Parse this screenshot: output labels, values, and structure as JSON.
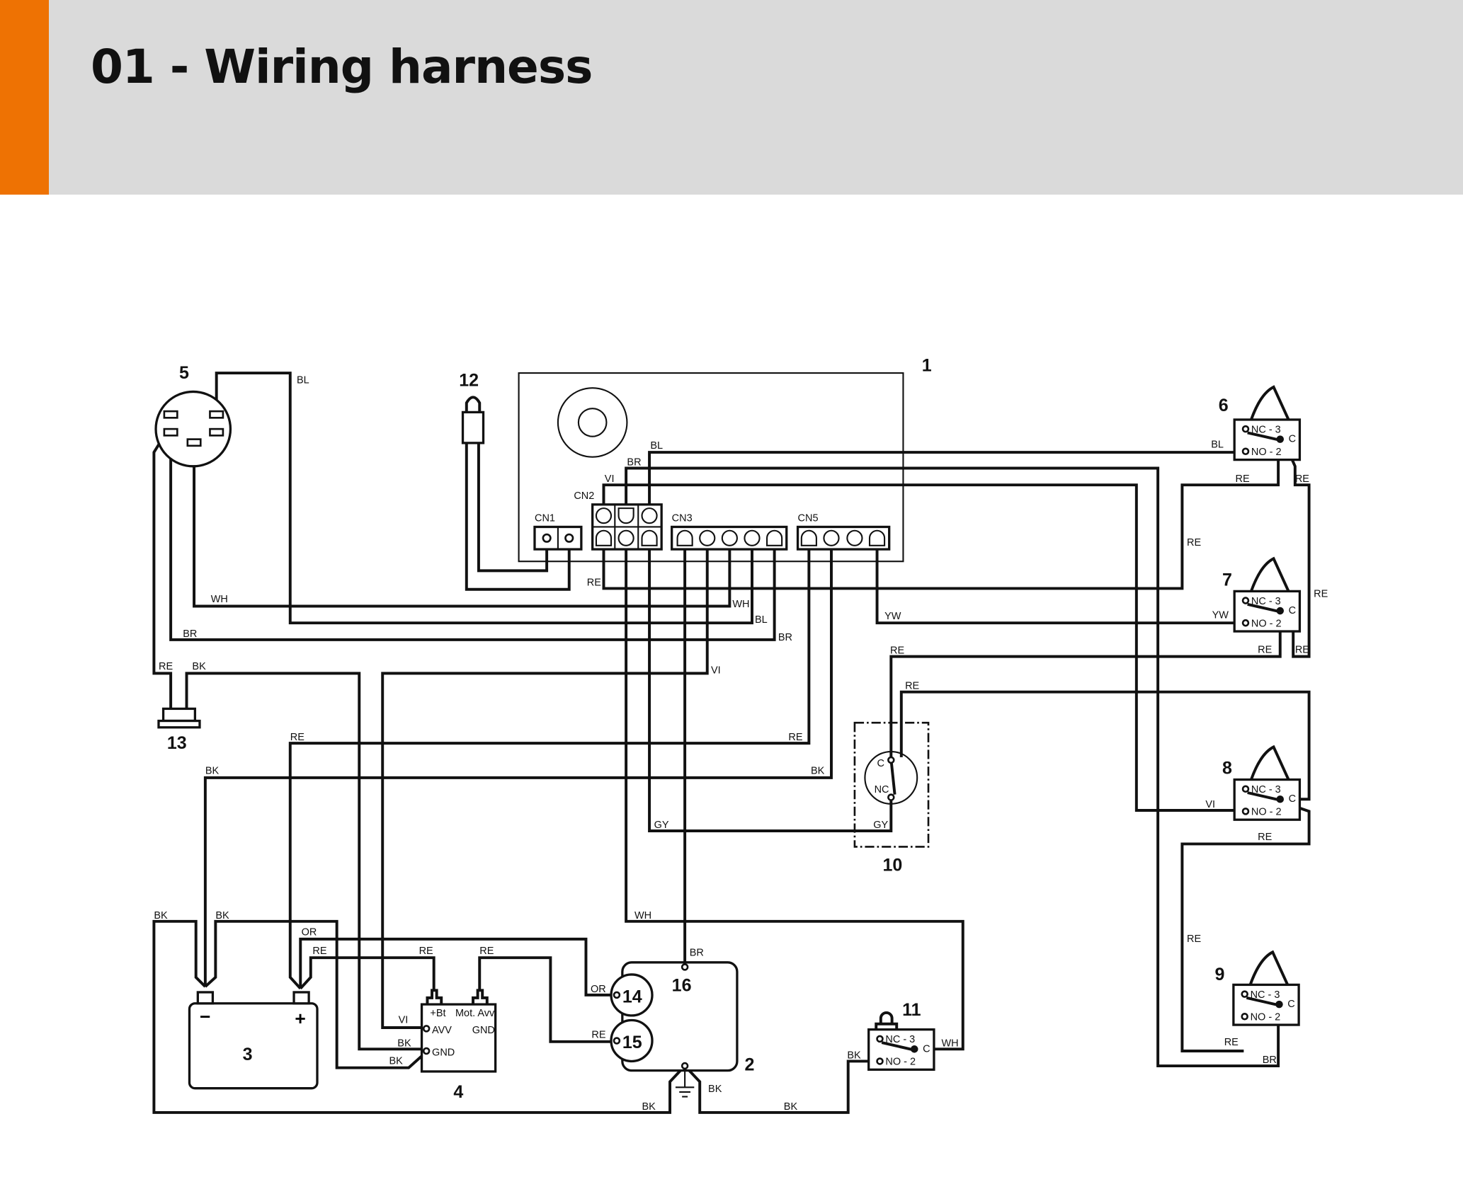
{
  "header": {
    "title": "01 - Wiring harness",
    "accent_color": "#ee7203",
    "background_color": "#dadada"
  },
  "connectors": {
    "cn1": "CN1",
    "cn2": "CN2",
    "cn3": "CN3",
    "cn5": "CN5"
  },
  "component_numbers": [
    "5",
    "12",
    "1",
    "6",
    "7",
    "8",
    "9",
    "10",
    "11",
    "13",
    "16",
    "14",
    "15",
    "3",
    "4",
    "2"
  ],
  "switch_terms": {
    "nc": "NC - 3",
    "no": "NO - 2",
    "c": "C"
  },
  "pressure_switch": {
    "c": "C",
    "nc": "NC"
  },
  "controller_terms": {
    "bt": "+Bt",
    "motavv": "Mot. Avv",
    "avv": "AVV",
    "gnd_left": "GND",
    "gnd_right": "GND"
  },
  "battery": {
    "minus": "−",
    "plus": "+"
  },
  "wire_labels": [
    "BL",
    "BL",
    "BR",
    "VI",
    "BL",
    "RE",
    "RE",
    "RE",
    "WH",
    "WH",
    "BL",
    "BR",
    "BR",
    "YW",
    "YW",
    "RE",
    "RE",
    "RE",
    "RE",
    "RE",
    "VI",
    "VI",
    "RE",
    "RE",
    "BK",
    "BK",
    "GY",
    "GY",
    "RE",
    "WH",
    "BK",
    "BK",
    "BK",
    "OR",
    "RE",
    "RE",
    "BR",
    "RE",
    "OR",
    "RE",
    "VI",
    "BK",
    "BK",
    "BK",
    "BK",
    "BK",
    "BR",
    "WH",
    "RE",
    "RE",
    "RE",
    "RE",
    "BK"
  ]
}
